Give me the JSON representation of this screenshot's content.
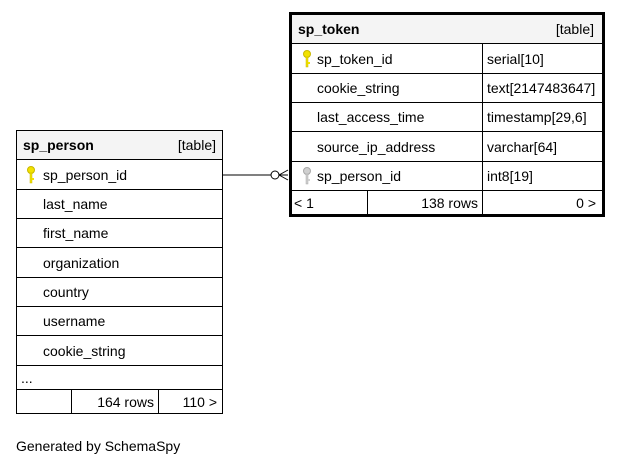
{
  "tables": {
    "sp_token": {
      "name": "sp_token",
      "kind": "[table]",
      "columns": [
        {
          "name": "sp_token_id",
          "type": "serial[10]",
          "icon": "primary-key-icon"
        },
        {
          "name": "cookie_string",
          "type": "text[2147483647]",
          "icon": ""
        },
        {
          "name": "last_access_time",
          "type": "timestamp[29,6]",
          "icon": ""
        },
        {
          "name": "source_ip_address",
          "type": "varchar[64]",
          "icon": ""
        },
        {
          "name": "sp_person_id",
          "type": "int8[19]",
          "icon": "foreign-key-icon"
        }
      ],
      "footer": {
        "parents": "< 1",
        "rows": "138 rows",
        "children": "0 >"
      }
    },
    "sp_person": {
      "name": "sp_person",
      "kind": "[table]",
      "columns": [
        {
          "name": "sp_person_id",
          "type": "",
          "icon": "primary-key-icon"
        },
        {
          "name": "last_name",
          "type": "",
          "icon": ""
        },
        {
          "name": "first_name",
          "type": "",
          "icon": ""
        },
        {
          "name": "organization",
          "type": "",
          "icon": ""
        },
        {
          "name": "country",
          "type": "",
          "icon": ""
        },
        {
          "name": "username",
          "type": "",
          "icon": ""
        },
        {
          "name": "cookie_string",
          "type": "",
          "icon": ""
        }
      ],
      "more": "...",
      "footer": {
        "parents": "",
        "rows": "164 rows",
        "children": "110 >"
      }
    }
  },
  "relationship": {
    "from": "sp_token.sp_person_id",
    "to": "sp_person.sp_person_id",
    "notation": "zero-or-many to one"
  },
  "colors": {
    "primary_key": "#f2e200",
    "foreign_key": "#a9a9a9",
    "header_bg": "#f4f4f4",
    "border": "#000000"
  },
  "footer_note": "Generated by SchemaSpy"
}
